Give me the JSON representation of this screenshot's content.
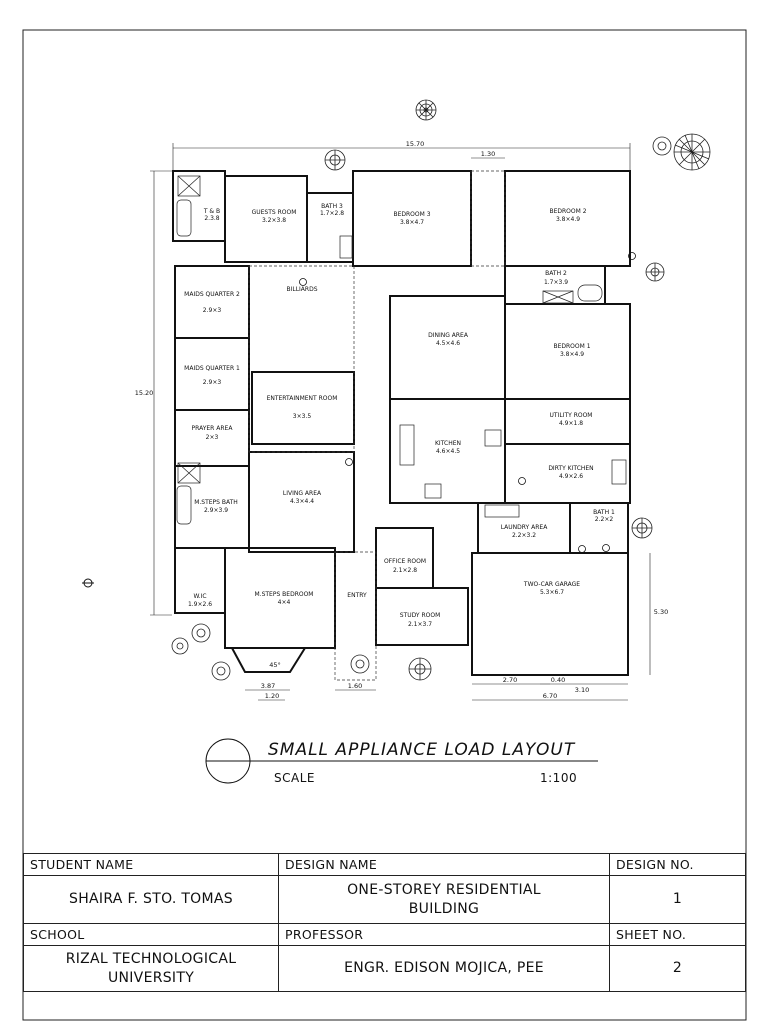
{
  "drawing": {
    "title": "SMALL APPLIANCE LOAD LAYOUT",
    "scale_label": "SCALE",
    "scale_value": "1:100"
  },
  "rooms": {
    "tb": {
      "name": "T & B",
      "size": "2.3.8"
    },
    "guest": {
      "name": "GUESTS ROOM",
      "size": "3.2×3.8"
    },
    "bath3": {
      "name": "BATH 3",
      "size": "1.7×2.8"
    },
    "bed3": {
      "name": "BEDROOM 3",
      "size": "3.8×4.7"
    },
    "bed2": {
      "name": "BEDROOM 2",
      "size": "3.8×4.9"
    },
    "maids2": {
      "name": "MAIDS QUARTER 2",
      "size": "2.9×3"
    },
    "billiards": {
      "name": "BILLIARDS"
    },
    "bath2": {
      "name": "BATH 2",
      "size": "1.7×3.9"
    },
    "dining": {
      "name": "DINING AREA",
      "size": "4.5×4.6"
    },
    "bed1": {
      "name": "BEDROOM 1",
      "size": "3.8×4.9"
    },
    "maids1": {
      "name": "MAIDS QUARTER 1",
      "size": "2.9×3"
    },
    "entertainment": {
      "name": "ENTERTAINMENT ROOM",
      "size": "3×3.5"
    },
    "utility": {
      "name": "UTILITY ROOM",
      "size": "4.9×1.8"
    },
    "prayer": {
      "name": "PRAYER AREA",
      "size": "2×3"
    },
    "kitchen": {
      "name": "KITCHEN",
      "size": "4.6×4.5"
    },
    "dirty": {
      "name": "DIRTY KITCHEN",
      "size": "4.9×2.6"
    },
    "msbath": {
      "name": "M.STEPS BATH",
      "size": "2.9×3.9"
    },
    "living": {
      "name": "LIVING AREA",
      "size": "4.3×4.4"
    },
    "laundry": {
      "name": "LAUNDRY AREA",
      "size": "2.2×3.2"
    },
    "bath1": {
      "name": "BATH 1",
      "size": "2.2×2"
    },
    "office": {
      "name": "OFFICE ROOM",
      "size": "2.1×2.8"
    },
    "wic": {
      "name": "W.IC",
      "size": "1.9×2.6"
    },
    "msbed": {
      "name": "M.STEPS BEDROOM",
      "size": "4×4"
    },
    "entry": {
      "name": "ENTRY"
    },
    "study": {
      "name": "STUDY ROOM",
      "size": "2.1×3.7"
    },
    "garage": {
      "name": "TWO-CAR GARAGE",
      "size": "5.3×6.7"
    }
  },
  "dimensions": {
    "overall_width": "15.70",
    "overall_depth": "15.20",
    "top_right": "1.30",
    "garage_side": "5.30",
    "d387": "3.87",
    "d120": "1.20",
    "d160": "1.60",
    "d270": "2.70",
    "d040": "0.40",
    "d310": "3.10",
    "d670": "6.70",
    "angle": "45°"
  },
  "titleblock": {
    "student_name_label": "STUDENT NAME",
    "student_name": "SHAIRA F. STO. TOMAS",
    "design_name_label": "DESIGN NAME",
    "design_name_line1": "ONE-STOREY RESIDENTIAL",
    "design_name_line2": "BUILDING",
    "design_no_label": "DESIGN NO.",
    "design_no": "1",
    "school_label": "SCHOOL",
    "school_line1": "RIZAL TECHNOLOGICAL",
    "school_line2": "UNIVERSITY",
    "professor_label": "PROFESSOR",
    "professor": "ENGR. EDISON MOJICA, PEE",
    "sheet_no_label": "SHEET NO.",
    "sheet_no": "2"
  }
}
